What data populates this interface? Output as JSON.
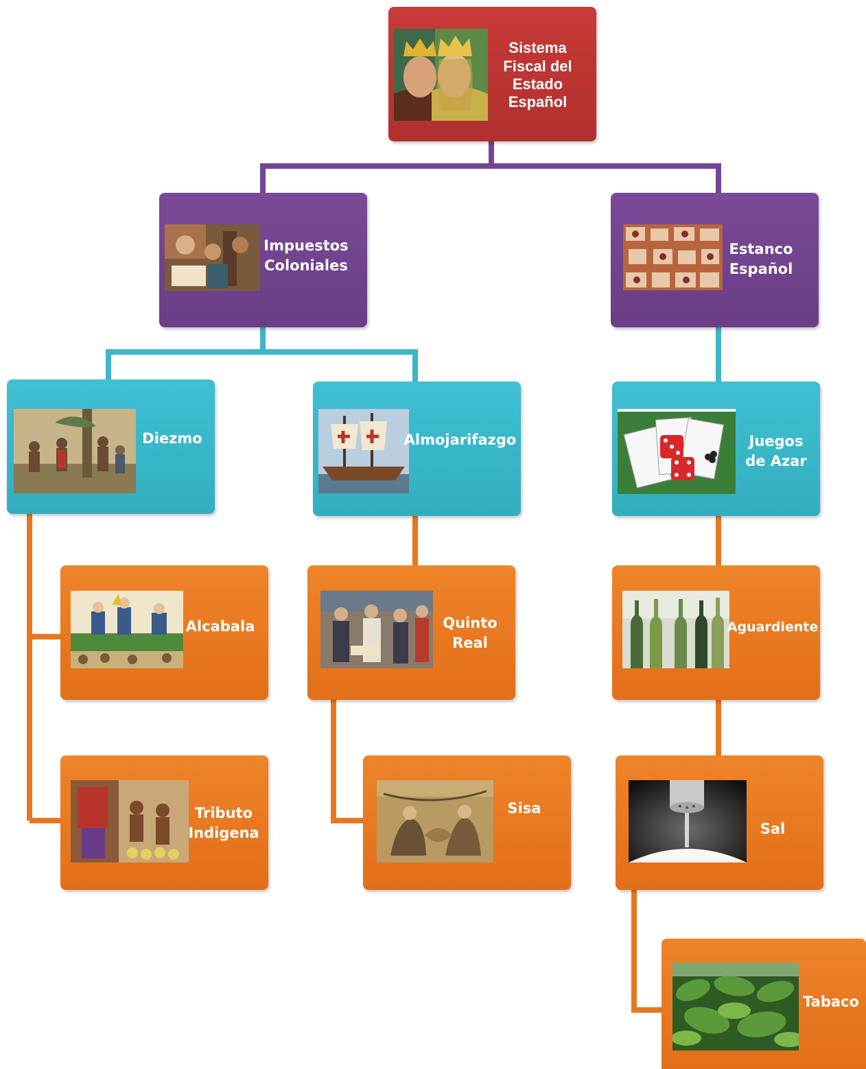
{
  "diagram": {
    "root": {
      "label": "Sistema Fiscal del Estado Español",
      "image": "catholic-monarchs-portrait-icon"
    },
    "categories": [
      {
        "label": "Impuestos Coloniales",
        "image": "colonial-mural-icon"
      },
      {
        "label": "Estanco Español",
        "image": "mosaic-tiles-icon"
      }
    ],
    "taxes": [
      {
        "label": "Diezmo",
        "image": "colonial-scene-icon"
      },
      {
        "label": "Almojarifazgo",
        "image": "sailing-ship-icon"
      },
      {
        "label": "Alcabala",
        "image": "market-crowd-icon"
      },
      {
        "label": "Tributo Indigena",
        "image": "codex-tribute-icon"
      },
      {
        "label": "Quinto Real",
        "image": "mural-conquerors-icon"
      },
      {
        "label": "Sisa",
        "image": "ancient-mosaic-icon"
      }
    ],
    "monopolies": [
      {
        "label": "Juegos de Azar",
        "image": "cards-dice-icon"
      },
      {
        "label": "Aguardiente",
        "image": "bottles-icon"
      },
      {
        "label": "Sal",
        "image": "salt-shaker-icon"
      },
      {
        "label": "Tabaco",
        "image": "tobacco-leaves-icon"
      }
    ],
    "colors": {
      "root": "#bd3532",
      "level1": "#6f4189",
      "level2": "#39b6c8",
      "level3": "#e8771f"
    }
  }
}
